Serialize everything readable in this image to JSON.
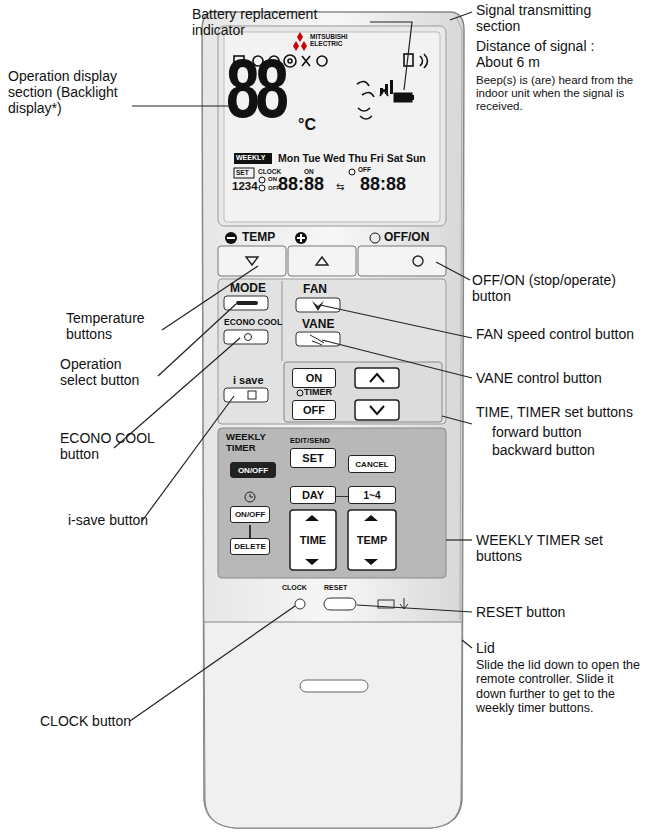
{
  "diagram": {
    "nodes": [
      {
        "text": [
          "ON/OFF"
        ]
      },
      {
        "text": [
          "SET"
        ]
      },
      {
        "text": [
          "CANCEL"
        ]
      },
      {
        "text": [
          "DAY"
        ]
      },
      {
        "text": [
          "1~4"
        ]
      },
      {
        "text": [
          "ON/OFF"
        ]
      },
      {
        "text": [
          "DELETE"
        ]
      },
      {
        "text": [
          "TIME"
        ]
      },
      {
        "text": [
          "TEMP"
        ]
      },
      {
        "text": [
          "ON"
        ]
      },
      {
        "text": [
          "OFF"
        ]
      }
    ],
    "labels": [
      "Battery replacement indicator",
      "Signal transmitting section",
      "Distance of signal : About 6 m",
      "Beep(s) is (are) heard from the indoor unit when the signal is received.",
      "Operation display section (Backlight display*)",
      "OFF/ON (stop/operate) button",
      "Temperature buttons",
      "Operation select button",
      "ECONO COOL button",
      "i-save button",
      "FAN speed control button",
      "VANE control button",
      "TIME, TIMER set buttons",
      "forward button",
      "backward button",
      "WEEKLY TIMER set buttons",
      "RESET button",
      "CLOCK button",
      "Lid",
      "Slide the lid down to open the remote controller. Slide it down further to get to the weekly timer buttons.",
      "MITSUBISHI ELECTRIC",
      "88",
      "°C",
      "WEEKLY",
      "Mon Tue Wed Thu Fri Sat Sun",
      "SET",
      "CLOCK",
      "ON",
      "OFF",
      "1234",
      "ON",
      "OFF",
      "88:88",
      "88:88",
      "TEMP",
      "OFF/ON",
      "MODE",
      "ECONO COOL",
      "FAN",
      "VANE",
      "i save",
      "TIMER",
      "WEEKLY TIMER",
      "EDIT/SEND",
      "CLOCK",
      "RESET"
    ]
  }
}
